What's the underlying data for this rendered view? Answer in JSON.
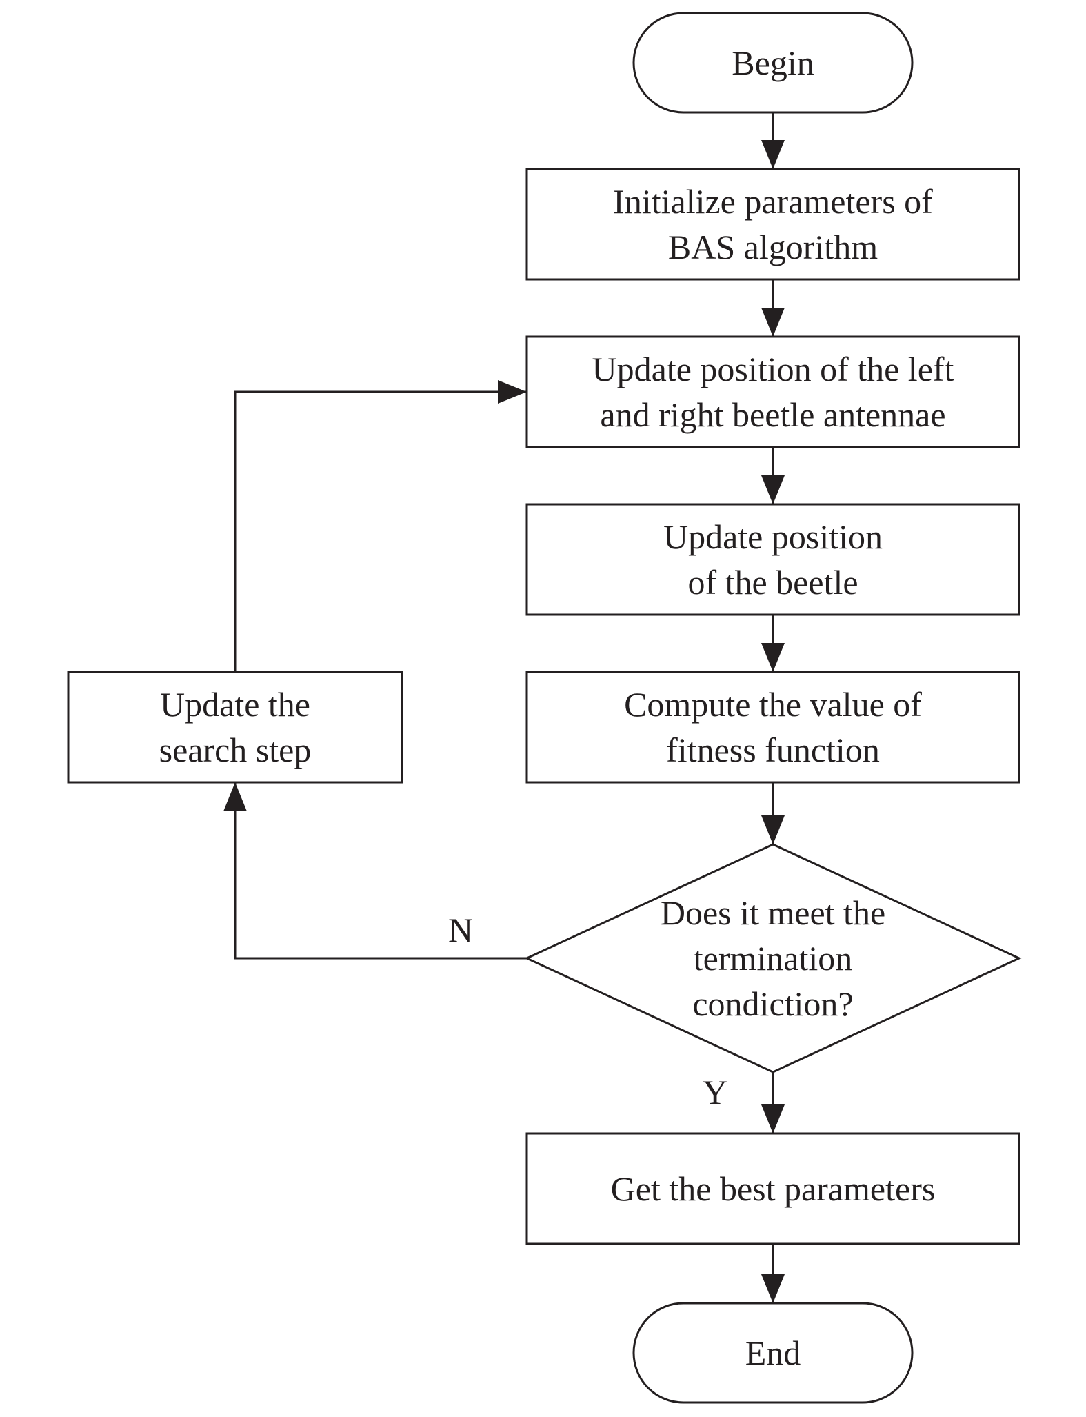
{
  "diagram": {
    "type": "flowchart",
    "colors": {
      "line": "#231f20",
      "text": "#231f20",
      "background": "#ffffff"
    },
    "nodes": {
      "begin": {
        "shape": "terminator",
        "lines": [
          "Begin"
        ]
      },
      "init": {
        "shape": "process",
        "lines": [
          "Initialize parameters of",
          "BAS algorithm"
        ]
      },
      "antennae": {
        "shape": "process",
        "lines": [
          "Update position of the left",
          "and right beetle antennae"
        ]
      },
      "beetle": {
        "shape": "process",
        "lines": [
          "Update position",
          "of the beetle"
        ]
      },
      "fitness": {
        "shape": "process",
        "lines": [
          "Compute the value of",
          "fitness function"
        ]
      },
      "decision": {
        "shape": "decision",
        "lines": [
          "Does it meet the",
          "termination",
          "condiction?"
        ]
      },
      "best": {
        "shape": "process",
        "lines": [
          "Get the best parameters"
        ]
      },
      "end": {
        "shape": "terminator",
        "lines": [
          "End"
        ]
      },
      "step": {
        "shape": "process",
        "lines": [
          "Update the",
          "search step"
        ]
      }
    },
    "edges": [
      {
        "from": "begin",
        "to": "init",
        "label": ""
      },
      {
        "from": "init",
        "to": "antennae",
        "label": ""
      },
      {
        "from": "antennae",
        "to": "beetle",
        "label": ""
      },
      {
        "from": "beetle",
        "to": "fitness",
        "label": ""
      },
      {
        "from": "fitness",
        "to": "decision",
        "label": ""
      },
      {
        "from": "decision",
        "to": "best",
        "label": "Y"
      },
      {
        "from": "best",
        "to": "end",
        "label": ""
      },
      {
        "from": "decision",
        "to": "step",
        "label": "N"
      },
      {
        "from": "step",
        "to": "antennae",
        "label": ""
      }
    ]
  }
}
